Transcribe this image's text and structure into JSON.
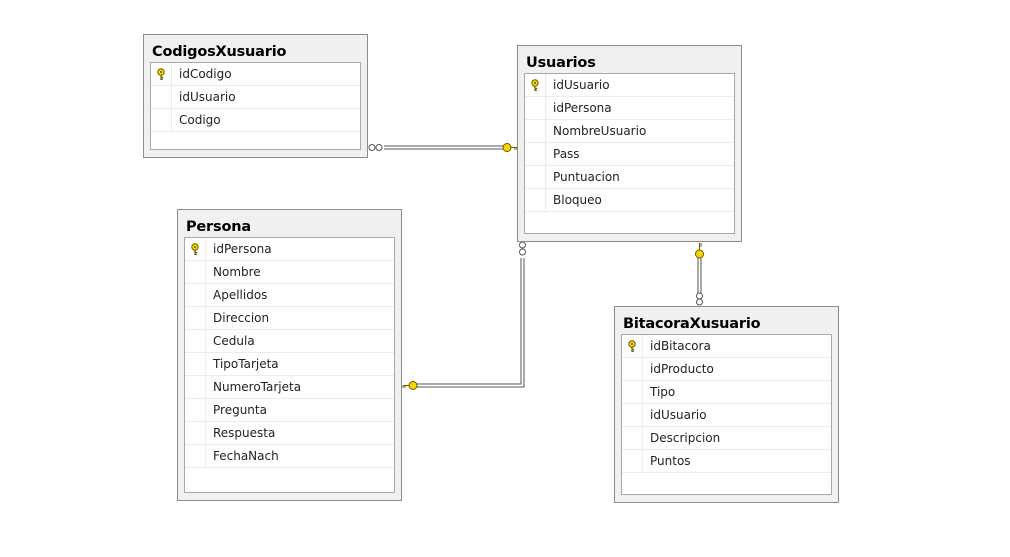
{
  "tables": {
    "codigosxusuario": {
      "name": "CodigosXusuario",
      "columns": [
        {
          "name": "idCodigo",
          "primary_key": true
        },
        {
          "name": "idUsuario",
          "primary_key": false
        },
        {
          "name": "Codigo",
          "primary_key": false
        }
      ]
    },
    "usuarios": {
      "name": "Usuarios",
      "columns": [
        {
          "name": "idUsuario",
          "primary_key": true
        },
        {
          "name": "idPersona",
          "primary_key": false
        },
        {
          "name": "NombreUsuario",
          "primary_key": false
        },
        {
          "name": "Pass",
          "primary_key": false
        },
        {
          "name": "Puntuacion",
          "primary_key": false
        },
        {
          "name": "Bloqueo",
          "primary_key": false
        }
      ]
    },
    "persona": {
      "name": "Persona",
      "columns": [
        {
          "name": "idPersona",
          "primary_key": true
        },
        {
          "name": "Nombre",
          "primary_key": false
        },
        {
          "name": "Apellidos",
          "primary_key": false
        },
        {
          "name": "Direccion",
          "primary_key": false
        },
        {
          "name": "Cedula",
          "primary_key": false
        },
        {
          "name": "TipoTarjeta",
          "primary_key": false
        },
        {
          "name": "NumeroTarjeta",
          "primary_key": false
        },
        {
          "name": "Pregunta",
          "primary_key": false
        },
        {
          "name": "Respuesta",
          "primary_key": false
        },
        {
          "name": "FechaNach",
          "primary_key": false
        }
      ]
    },
    "bitacoraxusuario": {
      "name": "BitacoraXusuario",
      "columns": [
        {
          "name": "idBitacora",
          "primary_key": true
        },
        {
          "name": "idProducto",
          "primary_key": false
        },
        {
          "name": "Tipo",
          "primary_key": false
        },
        {
          "name": "idUsuario",
          "primary_key": false
        },
        {
          "name": "Descripcion",
          "primary_key": false
        },
        {
          "name": "Puntos",
          "primary_key": false
        }
      ]
    }
  },
  "relationships": [
    {
      "from": "usuarios",
      "to": "codigosxusuario",
      "one_end": "usuarios",
      "many_end": "codigosxusuario"
    },
    {
      "from": "usuarios",
      "to": "persona",
      "one_end": "persona",
      "many_end": "usuarios"
    },
    {
      "from": "usuarios",
      "to": "bitacoraxusuario",
      "one_end": "usuarios",
      "many_end": "bitacoraxusuario"
    }
  ],
  "colors": {
    "key_fill": "#f5d800",
    "key_stroke": "#6b5a00",
    "line": "#555555",
    "title_bg": "#f0f0f0",
    "border": "#8c8c8c"
  },
  "icons": {
    "primary_key": "key-icon",
    "one_end": "key-endpoint-icon",
    "many_end": "infinity-endpoint-icon"
  }
}
